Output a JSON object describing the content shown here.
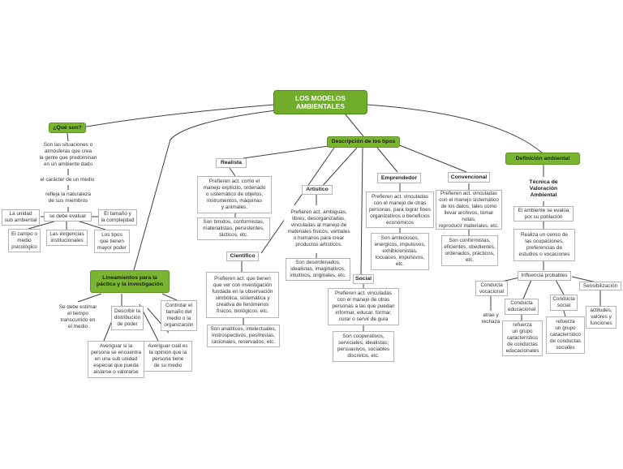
{
  "colors": {
    "accent": "#79b530",
    "root": "#6fad2b",
    "line": "#3f3f3f",
    "box_border": "#b5b5b5"
  },
  "root": "LOS MODELOS\nAMBIENTALES",
  "que_son": {
    "title": "¿Qué son?",
    "definicion": "Son las situaciones o\natmósferas que crea\nla gente que predominan\nen un ambiente dado",
    "caracter": "el carácter de un medio",
    "refleja": "refleja la naturaleza\nde sus miembros",
    "se_debe_evaluar": "se debe evaluar",
    "unidad": "La unidad\nsub ambiental",
    "tamano": "El tamaño y\nla complejidad",
    "campo": "El campo o\nmedio\npsicológico",
    "exigencias": "Las exigencias\ninstitucionales",
    "tipos_poder": "Los tipos\nque tienen\nmayor poder"
  },
  "lineamientos": {
    "title": "Lineamientos para la\npáctica y la investigación",
    "estimar": "Se debe estimar\nel tiempo\ntranscurrido en\nel medio",
    "describir": "Describir la\ndistribución\nde poder",
    "controlar": "Controlar el\ntamaño del\nmedio o la\norganización",
    "averiguar1": "Averiguar si la\npersona se encuentra\nen una sub unidad\nespecial que pueda\naislarse o valorarse",
    "averiguar2": "Averiguar cuál es\nla opinión que la\npersona tiene\nde su medio"
  },
  "descripcion": {
    "title": "Descripción de los tipos",
    "realista": {
      "label": "Realista",
      "pref": "Prefieren act. como el\nmanejo explícito, ordenado\no sistemático de objetos,\ninstrumentos, máquinas\ny animales.",
      "rasgos": "Son tímidos, conformistas,\nmaterialistas, persistentes,\ntácticos, etc."
    },
    "cientifico": {
      "label": "Científico",
      "pref": "Prefieren act. que tienen\nque ver con investigación\nfundada en la observación\nsimbólica, sistemática y\ncreativa de fenómenos\nfísicos, biológicos, etc.",
      "rasgos": "Son analíticos, intelectuales,\ninstrospectivos, pesimistas,\nracionales, reservados, etc."
    },
    "artistico": {
      "label": "Artístico",
      "pref": "Prefieren act. ambiguas,\nlibres, desorganizadas,\nvinculadas al manejo de\nmateriales físicos, verbales\no humanos para crear\nproductos artísticos.",
      "rasgos": "Son desordenados,\nidealistas, imaginativos,\nintuitivos, originales, etc."
    },
    "social": {
      "label": "Social",
      "pref": "Prefieren act. vinculadas\ncon el manejo de otras\npersonas a las que puedan\ninformar, educar, formar,\ncurar o servir de guía",
      "rasgos": "Son cooperativos,\nserviciales, idealistas,\npersuasivos, sociables\ndiscretos, etc."
    },
    "emprendedor": {
      "label": "Emprendedor",
      "pref": "Prefieren act. vinculadas\ncon el manejo de otras\npersonas, para lograr fines\norganizativos o beneficios\neconómicos",
      "rasgos": "Son ambiciosos,\nenérgicos, impulsivos,\nexhibicionistas,\nlocuaces, impulsivos,\netc."
    },
    "convencional": {
      "label": "Convencional",
      "pref": "Prefieren act. vinculadas\ncon el manejo sistemático\nde los datos, tales como\nllevar archivos, tomar notas,\nreproducir materiales, etc.",
      "rasgos": "Son conformistas,\neficientes, obedientes,\nordenados, prácticos,\netc."
    }
  },
  "definicion_ambiental": {
    "title": "Definición ambiental",
    "tecnica": "Técnica de\nValoración\nAmbiental",
    "evalua": "El ambiente se evalúa\npor su población",
    "realiza": "Realiza un censo de\nlas ocupaciones,\npreferencias de\nestudios o vocaciones",
    "influencia": "Influencia probables",
    "conducta_vocacional": "Conducta\nvocacional",
    "atrae": "atrae y\nrechaza",
    "conducta_educacional": "Conducta\neducacional",
    "refuerza_edu": "refuerza\nun grupo\ncaracterístico\nde conductas\neducacionales",
    "conducta_social": "Conducta\nsocial",
    "refuerza_soc": "refuerza\nun grupo\ncaracterístico\nde conductas\nsociales",
    "sensibilizacion": "Sensibilización",
    "actitudes": "actitudes,\nvalores y\nfunciones"
  }
}
